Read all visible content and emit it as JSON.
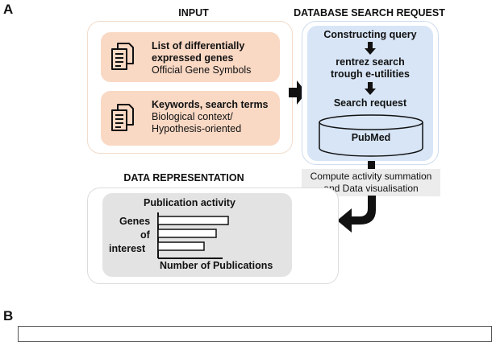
{
  "panel_a_label": "A",
  "panel_b_label": "B",
  "input": {
    "heading": "INPUT",
    "items": [
      {
        "icon": "document-icon",
        "title_line1": "List of differentially",
        "title_line2": "expressed genes",
        "subtitle_line1": "Official Gene Symbols",
        "subtitle_line2": ""
      },
      {
        "icon": "document-icon",
        "title_line1": "Keywords, search terms",
        "title_line2": "",
        "subtitle_line1": "Biological context/",
        "subtitle_line2": "Hypothesis-oriented"
      }
    ]
  },
  "database": {
    "heading": "DATABASE SEARCH REQUEST",
    "steps": {
      "constructing": "Constructing query",
      "rentrez_line1": "rentrez search",
      "rentrez_line2": "trough e-utilities",
      "search_request": "Search request"
    },
    "db_label": "PubMed"
  },
  "compute": {
    "line1": "Compute activity summation",
    "line2": "and Data visualisation"
  },
  "representation": {
    "heading": "DATA REPRESENTATION",
    "chart_title": "Publication activity",
    "ylabel_line1": "Genes",
    "ylabel_line2": "of",
    "ylabel_line3": "interest",
    "xlabel": "Number of Publications"
  },
  "colors": {
    "input_accent": "#f9d8c4",
    "database_accent": "#d7e5f6",
    "representation_accent": "#e3e3e3"
  }
}
